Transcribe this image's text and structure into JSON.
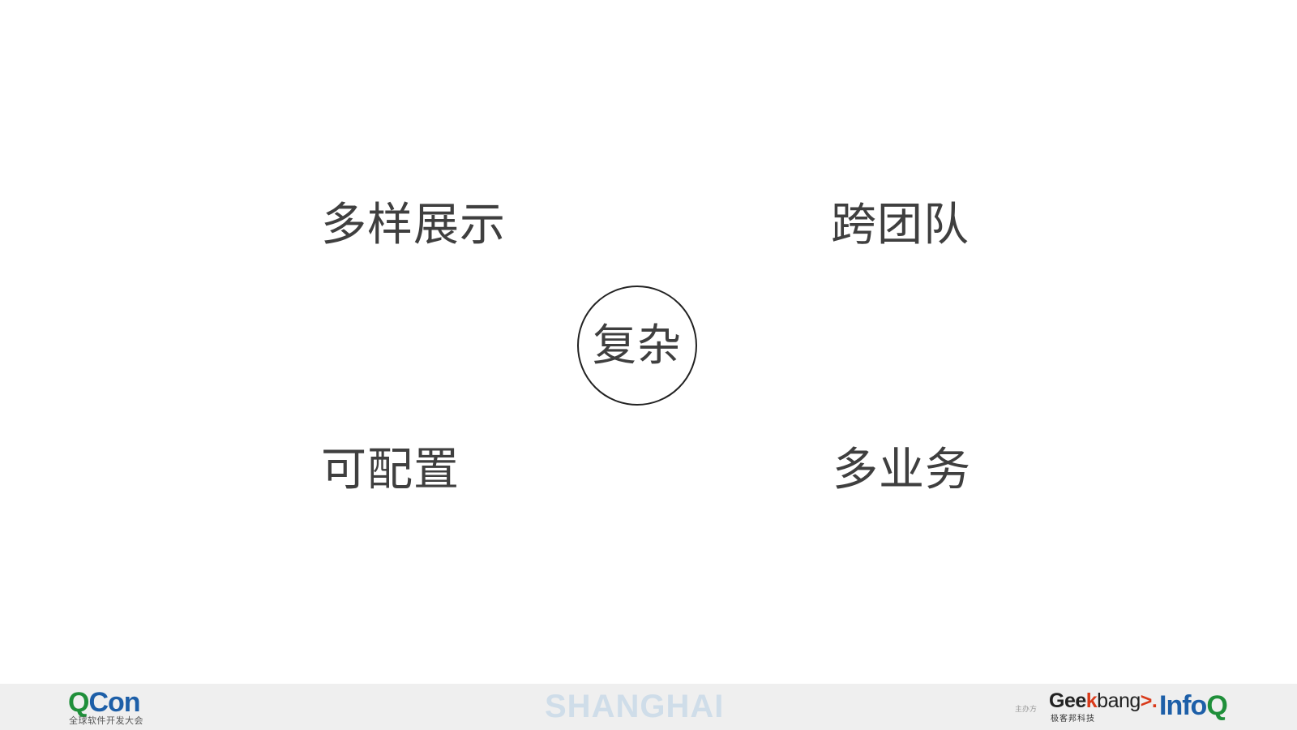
{
  "slide": {
    "center_term": "复杂",
    "terms": {
      "top_left": "多样展示",
      "top_right": "跨团队",
      "bottom_left": "可配置",
      "bottom_right": "多业务"
    }
  },
  "footer": {
    "qcon_logo": {
      "word_q": "Q",
      "word_con": "Con",
      "subtitle": "全球软件开发大会"
    },
    "city": "SHANGHAI",
    "organizer_label": "主办方",
    "geekbang_logo": {
      "geek": "Gee",
      "k": "k",
      "bang": "bang",
      "arrow": ">.",
      "subtitle": "极客邦科技"
    },
    "infoq_logo": {
      "info": "Info",
      "q": "Q"
    },
    "colors": {
      "qcon_green": "#1f8f3a",
      "qcon_blue": "#1d5fa8",
      "geekbang_orange": "#d93a1a",
      "city_text": "#cfdde9",
      "footer_bg": "#efefef"
    }
  }
}
